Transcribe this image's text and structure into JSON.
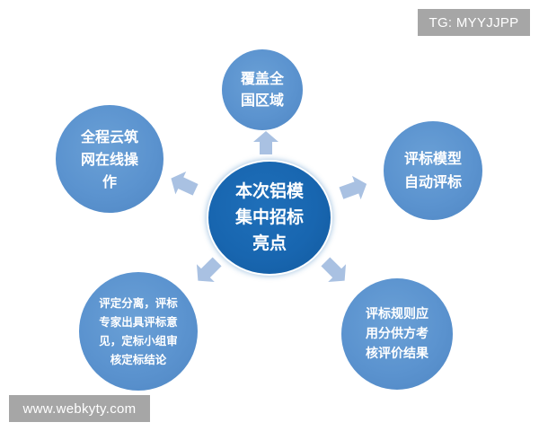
{
  "diagram": {
    "type": "hub-and-spoke",
    "center": {
      "label": "本次铝模\n集中招标\n亮点",
      "color": "#1866b0"
    },
    "satellites": [
      {
        "position": "top",
        "label": "覆盖全\n国区域",
        "color": "#5b93cf"
      },
      {
        "position": "upper-left",
        "label": "全程云筑\n网在线操\n作",
        "color": "#5b93cf"
      },
      {
        "position": "upper-right",
        "label": "评标模型\n自动评标",
        "color": "#5b93cf"
      },
      {
        "position": "lower-left",
        "label": "评定分离，评标\n专家出具评标意\n见，定标小组审\n核定标结论",
        "color": "#5b93cf"
      },
      {
        "position": "lower-right",
        "label": "评标规则应\n用分供方考\n核评价结果",
        "color": "#5b93cf"
      }
    ],
    "arrow_color": "#a9c1e2"
  },
  "watermarks": {
    "top_right": "TG: MYYJJPP",
    "bottom_left": "www.webkyty.com"
  }
}
